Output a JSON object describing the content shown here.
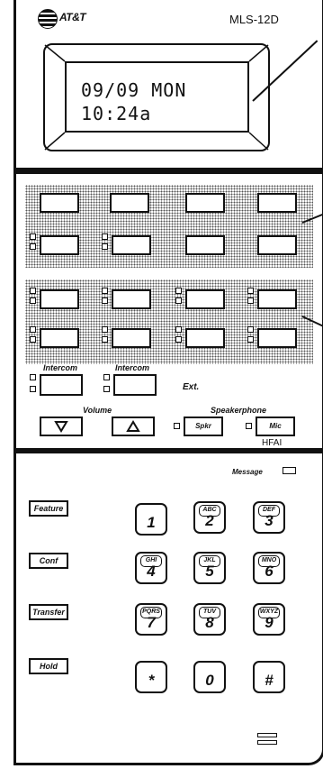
{
  "header": {
    "brand": "AT&T",
    "model": "MLS-12D"
  },
  "display": {
    "line1": "09/09 MON",
    "line2": "10:24a"
  },
  "lower_labels": {
    "intercom_left": "Intercom",
    "intercom_right": "Intercom",
    "ext": "Ext.",
    "volume": "Volume",
    "speakerphone": "Speakerphone",
    "spkr": "Spkr",
    "mic": "Mic",
    "hfai": "HFAI"
  },
  "function_keys": [
    "Feature",
    "Conf",
    "Transfer",
    "Hold"
  ],
  "message": "Message",
  "dialpad": [
    {
      "digit": "1",
      "letters": ""
    },
    {
      "digit": "2",
      "letters": "ABC"
    },
    {
      "digit": "3",
      "letters": "DEF"
    },
    {
      "digit": "4",
      "letters": "GHI"
    },
    {
      "digit": "5",
      "letters": "JKL"
    },
    {
      "digit": "6",
      "letters": "MNO"
    },
    {
      "digit": "7",
      "letters": "PQRS"
    },
    {
      "digit": "8",
      "letters": "TUV"
    },
    {
      "digit": "9",
      "letters": "WXYZ"
    },
    {
      "digit": "*",
      "letters": ""
    },
    {
      "digit": "0",
      "letters": ""
    },
    {
      "digit": "#",
      "letters": ""
    }
  ]
}
